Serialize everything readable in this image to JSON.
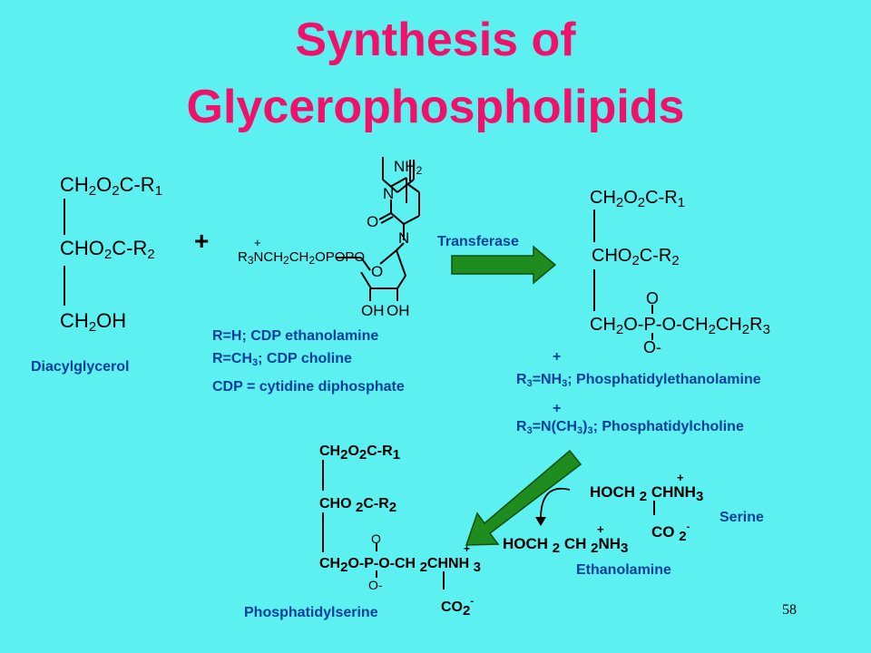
{
  "title": {
    "line1": "Synthesis of",
    "line2": "Glycerophospholipids"
  },
  "reactant_dag": {
    "r1_ch2": "CH",
    "r1_sub2": "2",
    "r1_o": "O",
    "r1_sub2b": "2",
    "r1_c": "C-R",
    "r1_sub1": "1",
    "r2_cho": "CHO",
    "r2_sub2": "2",
    "r2_c": "C-R",
    "r2_sub2b": "2",
    "r3_ch": "CH",
    "r3_sub2": "2",
    "r3_oh": "OH",
    "label": "Diacylglycerol"
  },
  "plus_sign": "+",
  "cdp": {
    "nh2": "NH",
    "nh2_sub": "2",
    "n_ring": "N",
    "o_ring": "O",
    "n_ring2": "N",
    "chain_plus": "+",
    "chain_r": "R",
    "chain_sub3": "3",
    "chain_rest1": "NCH",
    "chain_sub2a": "2",
    "chain_rest2": "CH",
    "chain_sub2b": "2",
    "chain_rest3": "OPOPO",
    "sugar_o": "O",
    "oh1": "OH",
    "oh2": "OH",
    "line1": "R=H; CDP ethanolamine",
    "line2_a": "R=CH",
    "line2_sub": "3",
    "line2_b": "; CDP choline",
    "line3": "CDP = cytidine diphosphate"
  },
  "arrow_label": "Transferase",
  "product": {
    "r1_ch": "CH",
    "r1_sub2": "2",
    "r1_o": "O",
    "r1_sub2b": "2",
    "r1_c": "C-R",
    "r1_sub1": "1",
    "r2_cho": "CHO",
    "r2_sub2": "2",
    "r2_c": "C-R",
    "r2_sub2b": "2",
    "p_o_top": "O",
    "r3_ch": "CH",
    "r3_sub2": "2",
    "r3_mid": "O-P-O-CH",
    "r3_sub2b": "2",
    "r3_ch2": "CH",
    "r3_sub2c": "2",
    "r3_r": "R",
    "r3_sub3": "3",
    "p_o_bottom": "O-",
    "pe_plus": "+",
    "pe_a": "R",
    "pe_sub3": "3",
    "pe_b": "=NH",
    "pe_sub3b": "3",
    "pe_c": "; Phosphatidylethanolamine",
    "pc_plus": "+",
    "pc_a": "R",
    "pc_sub3": "3",
    "pc_b": "=N(CH",
    "pc_sub3b": "3",
    "pc_c": ")",
    "pc_sub3c": "3",
    "pc_d": "; Phosphatidylcholine"
  },
  "ps": {
    "r1_ch": "CH",
    "r1_sub2": "2",
    "r1_o": "O",
    "r1_sub2b": "2",
    "r1_c": "C-R",
    "r1_sub1": "1",
    "r2_cho": "CHO ",
    "r2_sub2": "2",
    "r2_c": "C-R",
    "r2_sub2b": "2",
    "p_o_top": "O",
    "r3_ch": "CH",
    "r3_sub2": "2",
    "r3_mid": "O-P-O-CH ",
    "r3_sub2b": "2",
    "r3_chnh": "CHNH ",
    "r3_sub3": "3",
    "nh_plus": "+",
    "p_o_bottom": "O-",
    "co2": "CO",
    "co2_sub": "2",
    "co2_minus": "-",
    "label": "Phosphatidylserine"
  },
  "serine": {
    "plus": "+",
    "formula_a": "HOCH ",
    "formula_sub2": "2",
    "formula_b": " CHNH",
    "formula_sub3": "3",
    "co2": "CO ",
    "co2_sub": "2",
    "co2_minus": "-",
    "label": "Serine"
  },
  "ethanolamine": {
    "plus": "+",
    "formula_a": "HOCH ",
    "formula_sub2": "2",
    "formula_b": " CH ",
    "formula_sub2b": "2",
    "formula_c": "NH",
    "formula_sub3": "3",
    "label": "Ethanolamine"
  },
  "page_number": "58",
  "colors": {
    "background": "#5CF0F0",
    "title": "#F0126A",
    "label": "#003E9E",
    "arrow": "#1E8C1E"
  }
}
